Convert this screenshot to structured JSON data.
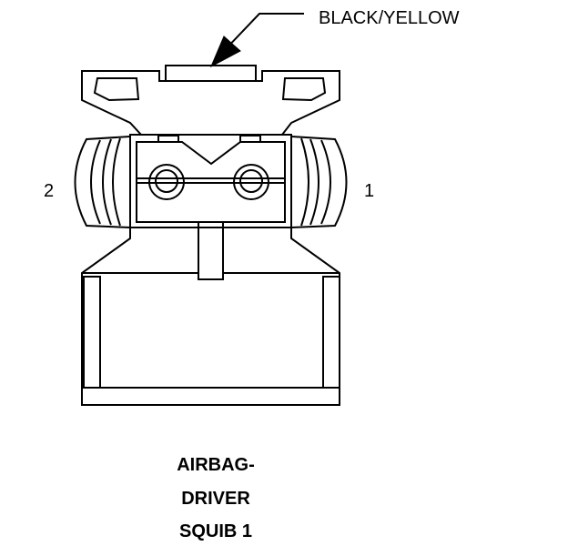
{
  "callout": {
    "wire_color": "BLACK/YELLOW"
  },
  "pins": {
    "left": "2",
    "right": "1"
  },
  "title": {
    "line1": "AIRBAG-",
    "line2": "DRIVER",
    "line3": "SQUIB 1"
  }
}
